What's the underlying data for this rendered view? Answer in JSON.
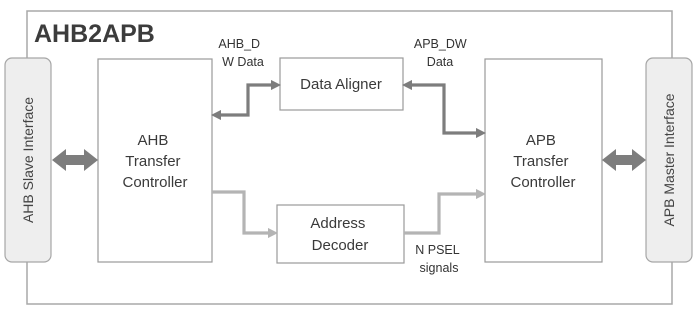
{
  "diagram": {
    "title": "AHB2APB",
    "blocks": {
      "ahb_slave_interface": "AHB Slave Interface",
      "apb_master_interface": "APB Master Interface",
      "ahb_transfer_controller": [
        "AHB",
        "Transfer",
        "Controller"
      ],
      "apb_transfer_controller": [
        "APB",
        "Transfer",
        "Controller"
      ],
      "data_aligner": "Data Aligner",
      "address_decoder": [
        "Address",
        "Decoder"
      ]
    },
    "labels": {
      "ahb_dw_data": [
        "AHB_D",
        "W Data"
      ],
      "apb_dw_data": [
        "APB_DW",
        "Data"
      ],
      "n_psel_signals": [
        "N PSEL",
        "signals"
      ]
    },
    "colors": {
      "data_path": "#7d7d7d",
      "address_path": "#b4b4b4",
      "container_border": "#a8a8a8",
      "side_panel_fill": "#eeeeee"
    }
  }
}
